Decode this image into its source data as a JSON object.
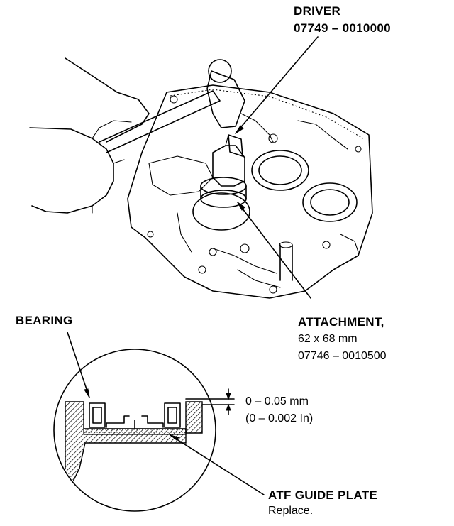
{
  "labels": {
    "driver": {
      "name": "DRIVER",
      "part": "07749 – 0010000"
    },
    "attachment": {
      "name": "ATTACHMENT,",
      "size": "62 x 68 mm",
      "part": "07746 – 0010500"
    },
    "bearing": {
      "name": "BEARING"
    },
    "clearance": {
      "mm": "0 – 0.05 mm",
      "inch": "(0 – 0.002 In)"
    },
    "guide_plate": {
      "name": "ATF GUIDE PLATE",
      "note": "Replace."
    }
  },
  "colors": {
    "ink": "#000000",
    "paper": "#ffffff"
  }
}
